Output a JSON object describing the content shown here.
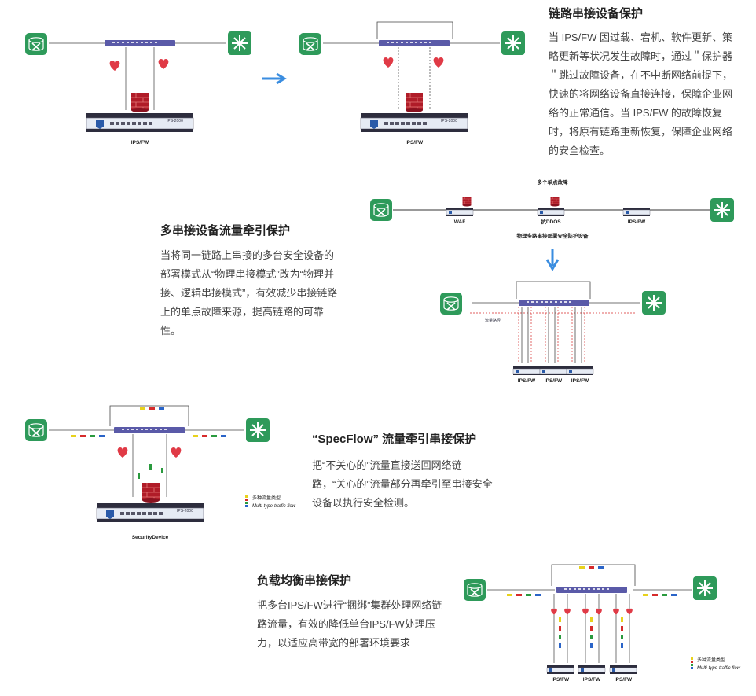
{
  "sections": [
    {
      "title": "链路串接设备保护",
      "body": "当 IPS/FW 因过载、宕机、软件更新、策略更新等状况发生故障时，通过＂保护器＂跳过故障设备，在不中断网络前提下，快速的将网络设备直接连接，保障企业网络的正常通信。当 IPS/FW 的故障恢复时，将原有链路重新恢复，保障企业网络的安全检查。"
    },
    {
      "title": "多串接设备流量牵引保护",
      "body": "当将同一链路上串接的多台安全设备的部署模式从“物理串接模式”改为“物理并接、逻辑串接模式”，有效减少串接链路上的单点故障来源，提高链路的可靠性。"
    },
    {
      "title": "“SpecFlow” 流量牵引串接保护",
      "body": "把“不关心的”流量直接送回网络链路，“关心的”流量部分再牵引至串接安全设备以执行安全检测。"
    },
    {
      "title": "负载均衡串接保护",
      "body": "把多台IPS/FW进行“捆绑”集群处理网络链路流量，有效的降低单台IPS/FW处理压力，以适应高带宽的部署环境要求"
    }
  ],
  "diagram_labels": {
    "ipsfw": "IPS/FW",
    "unit_model": "IPS-2000",
    "multi_failure": "多个单点故障",
    "waf": "WAF",
    "antiddos": "抗DDOS",
    "phys_deploy": "物理多路串接部署安全防护设备",
    "flow_path": "流量路径",
    "security_device": "SecurityDevice",
    "legend_cn": "多种流量类型",
    "legend_en": "Multi-type-traffic flow"
  },
  "colors": {
    "router": "#2e9a5a",
    "switch": "#5a5aa8",
    "arrow": "#3a8de0",
    "heart": "#e03a46",
    "firewall": "#b01c28",
    "traffic": [
      "#e8d21c",
      "#d62b2b",
      "#2a9a3e",
      "#2a64c8"
    ]
  }
}
